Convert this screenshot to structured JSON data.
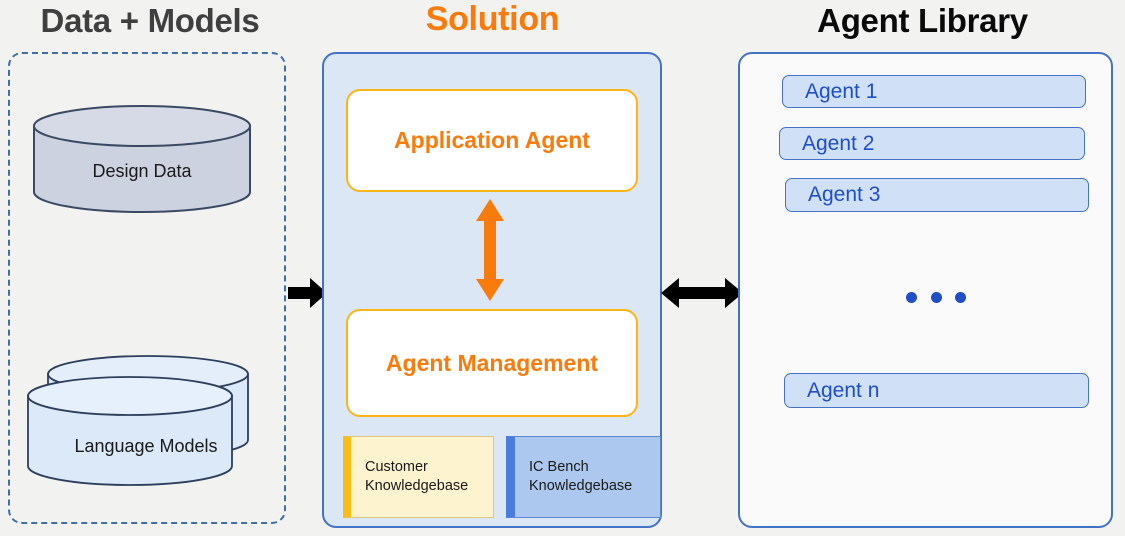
{
  "columns": {
    "data_models_title": "Data + Models",
    "solution_title": "Solution",
    "agent_library_title": "Agent Library"
  },
  "data_panel": {
    "cylinders": [
      {
        "id": "design-data",
        "label": "Design  Data",
        "fill": "#ccd2e0",
        "stroke": "#3b4a63",
        "style": "single"
      },
      {
        "id": "language-models",
        "label": "Language Models",
        "fill": "#dce9f9",
        "stroke": "#2d3f5c",
        "style": "stacked"
      }
    ],
    "border_color": "#3f6ea8",
    "border_style": "dashed"
  },
  "solution_panel": {
    "fill": "#dce7f5",
    "border_color": "#4472c4",
    "cards": [
      {
        "id": "application-agent",
        "label": "Application\nAgent",
        "text_color": "#f97b0c",
        "border_color": "#ffb416"
      },
      {
        "id": "agent-management",
        "label": "Agent\nManagement",
        "text_color": "#f97b0c",
        "border_color": "#ffb416"
      }
    ],
    "vertical_arrow_color": "#f97b0c",
    "knowledgebases": [
      {
        "id": "customer-knowledgebase",
        "label": "Customer\nKnowledgebase",
        "fill": "#fdf3cf",
        "accent": "#fcbc16"
      },
      {
        "id": "ic-bench-knowledgebase",
        "label": "IC Bench\nKnowledgebase",
        "fill": "#acc8ef",
        "accent": "#4a7ddb"
      }
    ]
  },
  "library_panel": {
    "fill": "#fafafa",
    "border_color": "#4472c4",
    "pill_fill": "#cfe0f7",
    "pill_text_color": "#1f4ec7",
    "agents": [
      {
        "id": "agent-1",
        "label": "Agent 1"
      },
      {
        "id": "agent-2",
        "label": "Agent 2"
      },
      {
        "id": "agent-3",
        "label": "Agent 3"
      },
      {
        "id": "agent-n",
        "label": "Agent n"
      }
    ],
    "ellipsis": "•••"
  },
  "connectors": [
    {
      "id": "data-to-solution",
      "direction": "right",
      "color": "#000000"
    },
    {
      "id": "solution-to-library",
      "direction": "both",
      "color": "#000000"
    }
  ]
}
